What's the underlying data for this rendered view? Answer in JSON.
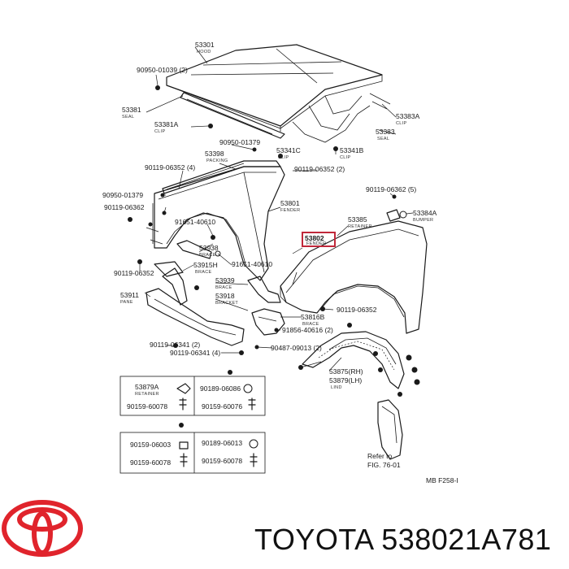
{
  "colors": {
    "ink": "#1a1a1a",
    "highlight": "#c0283a",
    "logo": "#e0242c"
  },
  "brand": {
    "name": "TOYOTA",
    "part_number": "538021A781"
  },
  "labels": {
    "l53301": "53301",
    "l53301s": "HOOD",
    "l90950a": "90950-01039 (2)",
    "l53381": "53381",
    "l53381s": "SEAL",
    "l53381a": "53381A",
    "l53381as": "CLIP",
    "l53383a": "53383A",
    "l53383as": "CLIP",
    "l53383": "53383",
    "l53383s": "SEAL",
    "l53398": "53398",
    "l53398s": "PACKING",
    "l90950b": "90950-01379",
    "l53341c": "53341C",
    "l53341cs": "CLIP",
    "l53341b": "53341B",
    "l53341bs": "CLIP",
    "l90119a": "90119-06352 (4)",
    "l90119b": "90119-06352 (2)",
    "l90119c": "90119-06362 (5)",
    "l90950c": "90950-01379",
    "l90119d": "90119-06362",
    "l53801": "53801",
    "l53801s": "FENDER",
    "l53384a": "53384A",
    "l53384as": "BUMPER",
    "l53385": "53385",
    "l53385s": "RETAINER",
    "l91651a": "91651-40610",
    "l53802": "53802",
    "l53802s": "FENDER",
    "l53938": "53938",
    "l53938s": "BRACE",
    "l90119e": "90119-06352",
    "l53915h": "53915H",
    "l53915hs": "BRACE",
    "l91651b": "91651-40610",
    "l53939": "53939",
    "l53939s": "BRACE",
    "l53918": "53918",
    "l53918s": "BRACKET",
    "l53911": "53911",
    "l53911s": "PANE",
    "l90119f": "90119-06352",
    "l53816b": "53816B",
    "l53816bs": "BRACE",
    "l91856": "91856-40616 (2)",
    "l90119g": "90119-06341 (2)",
    "l90487": "90487-09013 (2)",
    "l90119h": "90119-06341 (4)",
    "l53875": "53875(RH)",
    "l53879": "53879(LH)",
    "l53879s": "LIND",
    "l53879a": "53879A",
    "l53879as": "RETAINER",
    "l90189a": "90189-06086",
    "l90159a": "90159-60078",
    "l90159b": "90159-60076",
    "l90159c": "90159-06003",
    "l90189b": "90189-06013",
    "l90159d": "90159-60078",
    "l90159e": "90159-60078",
    "l_refer1": "Refer to",
    "l_refer2": "FIG. 76-01",
    "l_mb": "MB F258-I"
  }
}
